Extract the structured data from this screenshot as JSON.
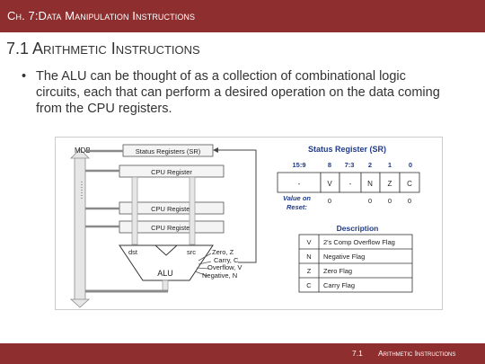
{
  "header": {
    "title": "Ch. 7:Data Manipulation Instructions"
  },
  "section": {
    "title": "7.1 Arithmetic Instructions"
  },
  "bullet": {
    "dot": "•",
    "text": "The ALU can be thought of as a collection of combinational logic circuits, each that can perform a desired operation on the data coming from the CPU registers."
  },
  "figure": {
    "block_diagram": {
      "mdb_label": "MDB",
      "sr_box": "Status Registers (SR)",
      "cpu_regs": [
        "CPU Register",
        "CPU Register",
        "CPU Register"
      ],
      "dst_label": "dst",
      "src_label": "src",
      "alu_label": "ALU",
      "flags_out": [
        "Zero, Z",
        "Carry, C",
        "Overflow, V",
        "Negative, N"
      ]
    },
    "status_register": {
      "title": "Status Register (SR)",
      "bit_headers": [
        "15:9",
        "8",
        "7:3",
        "2",
        "1",
        "0"
      ],
      "bit_cells": [
        "-",
        "V",
        "-",
        "N",
        "Z",
        "C"
      ],
      "reset_label_line1": "Value on",
      "reset_label_line2": "Reset:",
      "reset_values": [
        "0",
        "0",
        "0",
        "0"
      ]
    },
    "desc_table": {
      "header": "Description",
      "rows": [
        {
          "flag": "V",
          "desc": "2's Comp Overflow Flag"
        },
        {
          "flag": "N",
          "desc": "Negative Flag"
        },
        {
          "flag": "Z",
          "desc": "Zero Flag"
        },
        {
          "flag": "C",
          "desc": "Carry Flag"
        }
      ]
    },
    "colors": {
      "bus_fill": "#e6e6e6",
      "bus_stroke": "#8a8a8a",
      "accent_text": "#1f3a8a",
      "frame": "#cccccc"
    }
  },
  "footer": {
    "number": "7.1",
    "title": "Arithmetic Instructions"
  }
}
